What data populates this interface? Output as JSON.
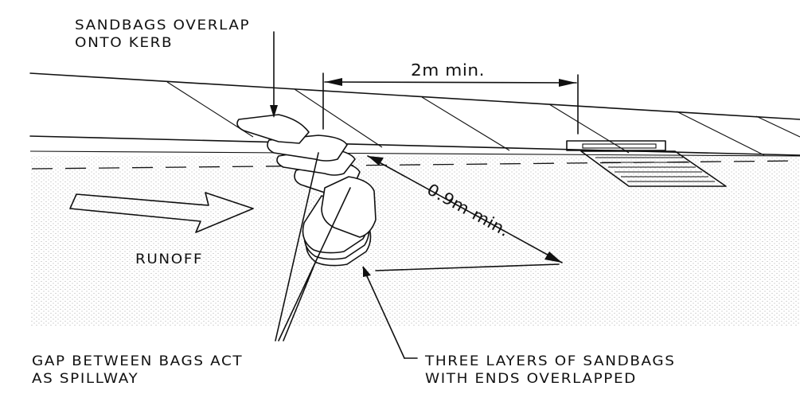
{
  "labels": {
    "overlap": [
      "SANDBAGS OVERLAP",
      "ONTO KERB"
    ],
    "spacing": "2m min.",
    "runoff": "RUNOFF",
    "gap": [
      "GAP BETWEEN BAGS ACT",
      "AS SPILLWAY"
    ],
    "offset": "0.9m min.",
    "layers": [
      "THREE LAYERS OF SANDBAGS",
      "WITH ENDS OVERLAPPED"
    ]
  },
  "colors": {
    "line": "#111111",
    "road_stipple": "#9a9a9a",
    "background": "#ffffff"
  }
}
